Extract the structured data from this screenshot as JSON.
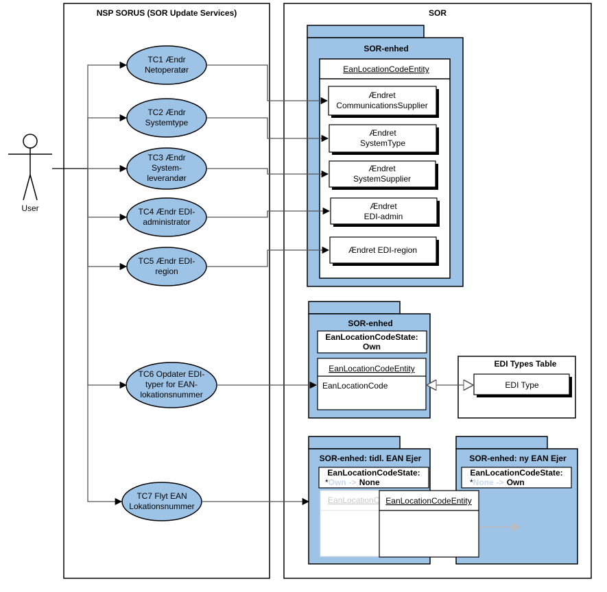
{
  "frames": {
    "nsp_title": "NSP SORUS (SOR Update Services)",
    "sor_title": "SOR"
  },
  "actor": {
    "label": "User"
  },
  "usecases": {
    "tc1": [
      "TC1 Ændr",
      "Netoperatør"
    ],
    "tc2": [
      "TC2 Ændr",
      "Systemtype"
    ],
    "tc3": [
      "TC3 Ændr",
      "System-",
      "leverandør"
    ],
    "tc4": [
      "TC4 Ændr EDI-",
      "administrator"
    ],
    "tc5": [
      "TC5 Ændr EDI-",
      "region"
    ],
    "tc6": [
      "TC6 Opdater EDI-",
      "typer for EAN-",
      "lokationsnummer"
    ],
    "tc7": [
      "TC7 Flyt EAN",
      "Lokationsnummer"
    ]
  },
  "package1": {
    "title": "SOR-enhed",
    "entity": "EanLocationCodeEntity",
    "items": {
      "i1": [
        "Ændret",
        "CommunicationsSupplier"
      ],
      "i2": [
        "Ændret",
        "SystemType"
      ],
      "i3": [
        "Ændret",
        "SystemSupplier"
      ],
      "i4": [
        "Ændret",
        "EDI-admin"
      ],
      "i5": [
        "Ændret EDI-region"
      ]
    }
  },
  "package2": {
    "title": "SOR-enhed",
    "state": [
      "EanLocationCodeState:",
      "Own"
    ],
    "entity": "EanLocationCodeEntity",
    "attribute": "EanLocationCode"
  },
  "edi_table": {
    "title": "EDI Types Table",
    "item": "EDI Type"
  },
  "package3": {
    "title": "SOR-enhed: tidl. EAN Ejer",
    "state_label": "EanLocationCodeState:",
    "state_prefix": "*",
    "state_from": "Own",
    "state_arrow": "->",
    "state_to": "None",
    "faded_entity": "EanLocationC"
  },
  "package4": {
    "title": "SOR-enhed: ny EAN Ejer",
    "state_label": "EanLocationCodeState:",
    "state_prefix": "*",
    "state_from": "None",
    "state_arrow": "->",
    "state_to": "Own"
  },
  "moving_entity": "EanLocationCodeEntity",
  "colors": {
    "package_fill": "#9dc3e6",
    "usecase_fill": "#9dc3e6",
    "line": "#555555",
    "faded_arrow": "#bbbbbb"
  }
}
